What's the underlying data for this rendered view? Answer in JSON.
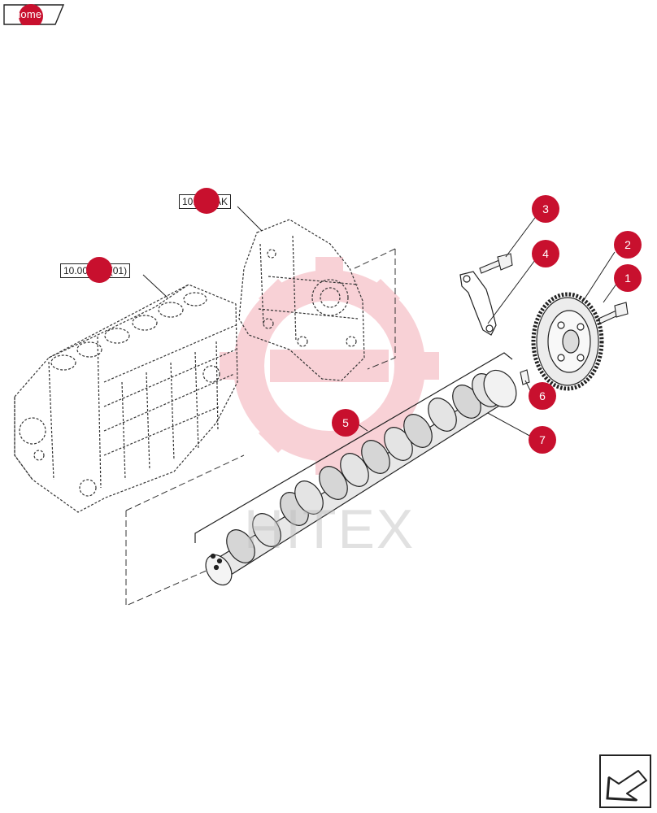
{
  "home": {
    "label": "home"
  },
  "references": [
    {
      "id": "ref-engine-block",
      "text": "10.001.ab (01)",
      "badge": ""
    },
    {
      "id": "ref-timing-case",
      "text": "10.102.AK",
      "badge": ""
    }
  ],
  "callouts": [
    "1",
    "2",
    "3",
    "4",
    "5",
    "6",
    "7"
  ],
  "watermark": {
    "text": "HITEX"
  },
  "colors": {
    "callout": "#c8102e",
    "line": "#222222",
    "watermark": "#f4b6bd"
  },
  "icons": {
    "home": "home-tab-icon",
    "nav": "return-arrow-icon"
  }
}
